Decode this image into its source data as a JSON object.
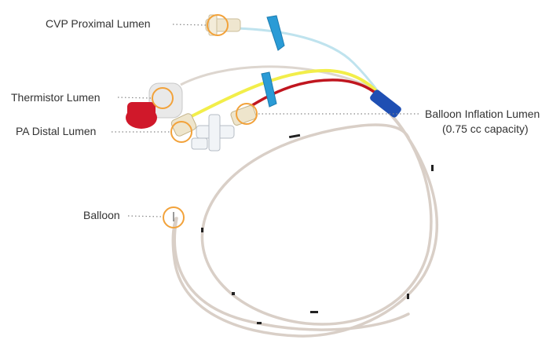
{
  "labels": {
    "cvp_proximal": "CVP Proximal Lumen",
    "thermistor": "Thermistor Lumen",
    "pa_distal": "PA Distal Lumen",
    "balloon": "Balloon",
    "balloon_inflation": "Balloon Inflation Lumen",
    "balloon_capacity": "(0.75 cc capacity)"
  },
  "colors": {
    "catheter_body": "#d9cfc7",
    "cvp_line": "#bfe3ee",
    "thermistor_line": "#ddd6cf",
    "pa_distal_line": "#f2ee4a",
    "balloon_line": "#c0161f",
    "thermistor_cap": "#d0182a",
    "clamp": "#2a9bd6",
    "hub": "#1f4fb3",
    "highlight_circle": "#f2a23a",
    "leader": "#888888"
  }
}
